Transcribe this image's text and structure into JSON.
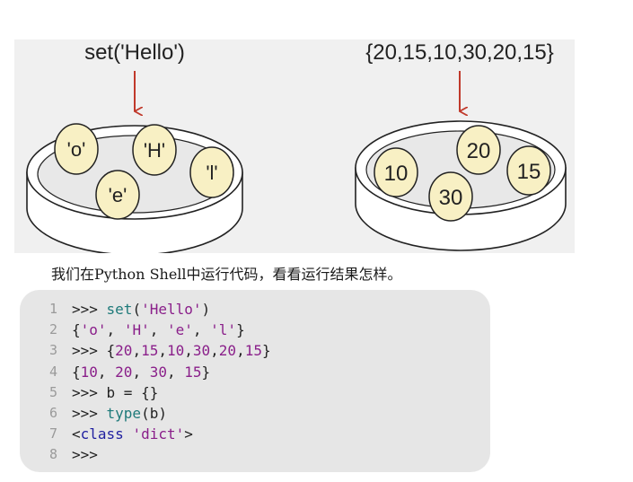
{
  "illustration": {
    "left": {
      "label": "set('Hello')",
      "elements": [
        "'o'",
        "'H'",
        "'e'",
        "'l'"
      ]
    },
    "right": {
      "label": "{20,15,10,30,20,15}",
      "elements": [
        "20",
        "10",
        "30",
        "15"
      ]
    }
  },
  "caption": "我们在Python Shell中运行代码，看看运行结果怎样。",
  "code": {
    "line_numbers": [
      "1",
      "2",
      "3",
      "4",
      "5",
      "6",
      "7",
      "8"
    ],
    "lines": [
      [
        {
          "t": ">>> ",
          "c": ""
        },
        {
          "t": "set",
          "c": "fn"
        },
        {
          "t": "(",
          "c": ""
        },
        {
          "t": "'Hello'",
          "c": "str"
        },
        {
          "t": ")",
          "c": ""
        }
      ],
      [
        {
          "t": "{",
          "c": ""
        },
        {
          "t": "'o'",
          "c": "str"
        },
        {
          "t": ", ",
          "c": ""
        },
        {
          "t": "'H'",
          "c": "str"
        },
        {
          "t": ", ",
          "c": ""
        },
        {
          "t": "'e'",
          "c": "str"
        },
        {
          "t": ", ",
          "c": ""
        },
        {
          "t": "'l'",
          "c": "str"
        },
        {
          "t": "}",
          "c": ""
        }
      ],
      [
        {
          "t": ">>> {",
          "c": ""
        },
        {
          "t": "20",
          "c": "num"
        },
        {
          "t": ",",
          "c": ""
        },
        {
          "t": "15",
          "c": "num"
        },
        {
          "t": ",",
          "c": ""
        },
        {
          "t": "10",
          "c": "num"
        },
        {
          "t": ",",
          "c": ""
        },
        {
          "t": "30",
          "c": "num"
        },
        {
          "t": ",",
          "c": ""
        },
        {
          "t": "20",
          "c": "num"
        },
        {
          "t": ",",
          "c": ""
        },
        {
          "t": "15",
          "c": "num"
        },
        {
          "t": "}",
          "c": ""
        }
      ],
      [
        {
          "t": "{",
          "c": ""
        },
        {
          "t": "10",
          "c": "num"
        },
        {
          "t": ", ",
          "c": ""
        },
        {
          "t": "20",
          "c": "num"
        },
        {
          "t": ", ",
          "c": ""
        },
        {
          "t": "30",
          "c": "num"
        },
        {
          "t": ", ",
          "c": ""
        },
        {
          "t": "15",
          "c": "num"
        },
        {
          "t": "}",
          "c": ""
        }
      ],
      [
        {
          "t": ">>> b = {}",
          "c": ""
        }
      ],
      [
        {
          "t": ">>> ",
          "c": ""
        },
        {
          "t": "type",
          "c": "fn"
        },
        {
          "t": "(b)",
          "c": ""
        }
      ],
      [
        {
          "t": "<",
          "c": ""
        },
        {
          "t": "class",
          "c": "kw"
        },
        {
          "t": " ",
          "c": ""
        },
        {
          "t": "'dict'",
          "c": "str"
        },
        {
          "t": ">",
          "c": ""
        }
      ],
      [
        {
          "t": ">>>",
          "c": ""
        }
      ]
    ]
  },
  "colors": {
    "arrow": "#c0392b",
    "ball_fill": "#f8f0c4",
    "bowl_fill": "#ffffff",
    "bowl_inner": "#e8e8e8",
    "code_bg": "#e6e6e6",
    "string": "#8a1f8a",
    "number": "#8a1f8a",
    "function": "#1f7a7a",
    "keyword": "#1f1fa0"
  }
}
